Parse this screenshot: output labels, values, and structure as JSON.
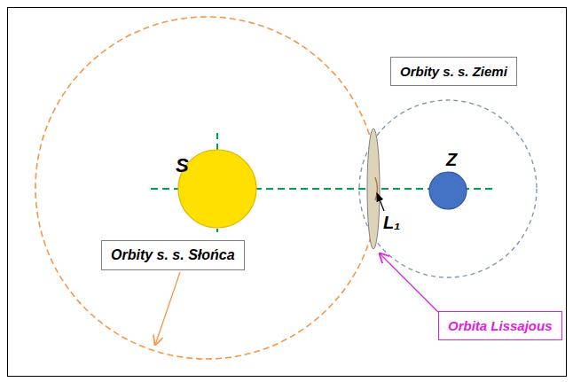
{
  "diagram": {
    "nodes": [
      {
        "text": [
          "Orbity s. s. Ziemi"
        ]
      },
      {
        "text": [
          "S"
        ]
      },
      {
        "text": [
          "Z"
        ]
      },
      {
        "text": [
          "Orbity s. s. Słońca"
        ]
      },
      {
        "text": [
          "Orbita Lissajous"
        ]
      }
    ],
    "labels": [
      "L₁"
    ]
  }
}
